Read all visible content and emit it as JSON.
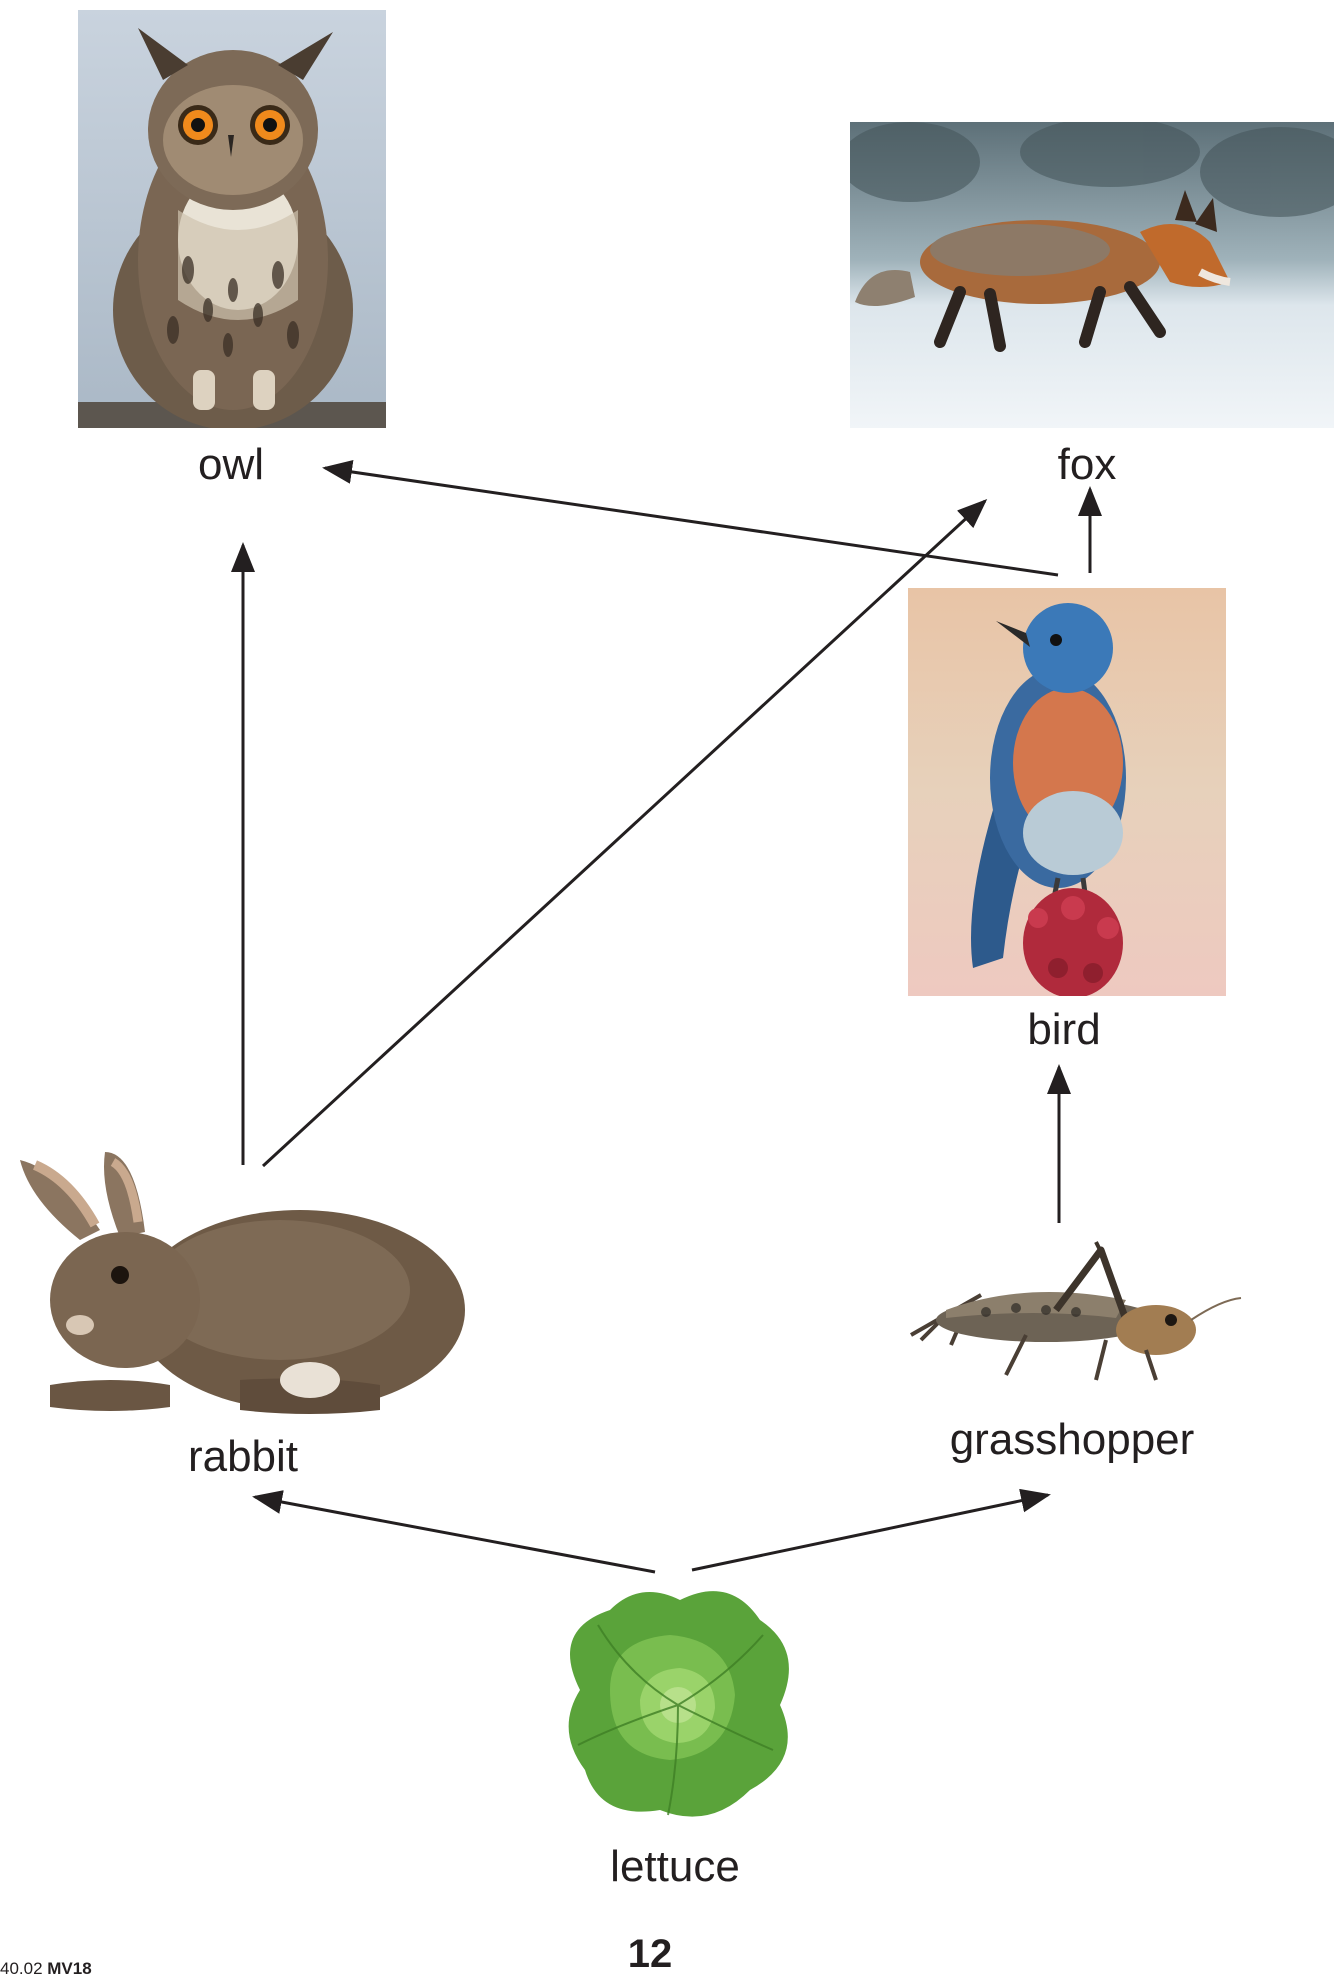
{
  "organisms": {
    "owl": "owl",
    "fox": "fox",
    "bird": "bird",
    "rabbit": "rabbit",
    "grasshopper": "grasshopper",
    "lettuce": "lettuce"
  },
  "arrows": [
    {
      "from": "lettuce",
      "to": "rabbit"
    },
    {
      "from": "lettuce",
      "to": "grasshopper"
    },
    {
      "from": "grasshopper",
      "to": "bird"
    },
    {
      "from": "bird",
      "to": "fox"
    },
    {
      "from": "bird",
      "to": "owl"
    },
    {
      "from": "rabbit",
      "to": "owl"
    },
    {
      "from": "rabbit",
      "to": "fox"
    }
  ],
  "footer": {
    "code_prefix": "40.02 ",
    "code_bold": "MV18",
    "page_number": "12"
  },
  "colors": {
    "arrow": "#231f20"
  }
}
